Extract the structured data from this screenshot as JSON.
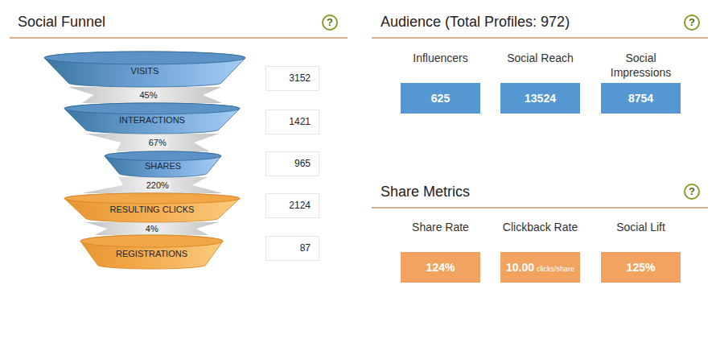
{
  "diagram": {
    "nodes": [
      {
        "text": [
          "Social Funnel"
        ]
      },
      {
        "text": [
          "?"
        ],
        "in": 0
      },
      {
        "text": [
          "VISITS"
        ],
        "in": 0
      },
      {
        "text": [
          "3152"
        ],
        "in": 0
      },
      {
        "text": [
          "INTERACTIONS"
        ],
        "in": 0
      },
      {
        "text": [
          "1421"
        ],
        "in": 0
      },
      {
        "text": [
          "SHARES"
        ],
        "in": 0
      },
      {
        "text": [
          "965"
        ],
        "in": 0
      },
      {
        "text": [
          "RESULTING CLICKS"
        ],
        "in": 0
      },
      {
        "text": [
          "2124"
        ],
        "in": 0
      },
      {
        "text": [
          "REGISTRATIONS"
        ],
        "in": 0
      },
      {
        "text": [
          "87"
        ],
        "in": 0
      },
      {
        "text": [
          "Audience (Total Profiles: 972)"
        ]
      },
      {
        "text": [
          "?"
        ],
        "in": 12
      },
      {
        "text": [
          "Influencers",
          "625"
        ],
        "in": 12
      },
      {
        "text": [
          "Social Reach",
          "13524"
        ],
        "in": 12
      },
      {
        "text": [
          "Social Impressions",
          "8754"
        ],
        "in": 12
      },
      {
        "text": [
          "Share Metrics"
        ]
      },
      {
        "text": [
          "?"
        ],
        "in": 17
      },
      {
        "text": [
          "Share Rate",
          "124%"
        ],
        "in": 17
      },
      {
        "text": [
          "Clickback Rate",
          "10.00",
          "clicks/share"
        ],
        "in": 17
      },
      {
        "text": [
          "Social Lift",
          "125%"
        ],
        "in": 17
      }
    ],
    "edges": [
      {
        "from": 2,
        "to": 4,
        "label": "45%",
        "arrow": "none"
      },
      {
        "from": 4,
        "to": 6,
        "label": "67%",
        "arrow": "none"
      },
      {
        "from": 6,
        "to": 8,
        "label": "220%",
        "arrow": "none"
      },
      {
        "from": 8,
        "to": 10,
        "label": "4%",
        "arrow": "none"
      }
    ]
  }
}
